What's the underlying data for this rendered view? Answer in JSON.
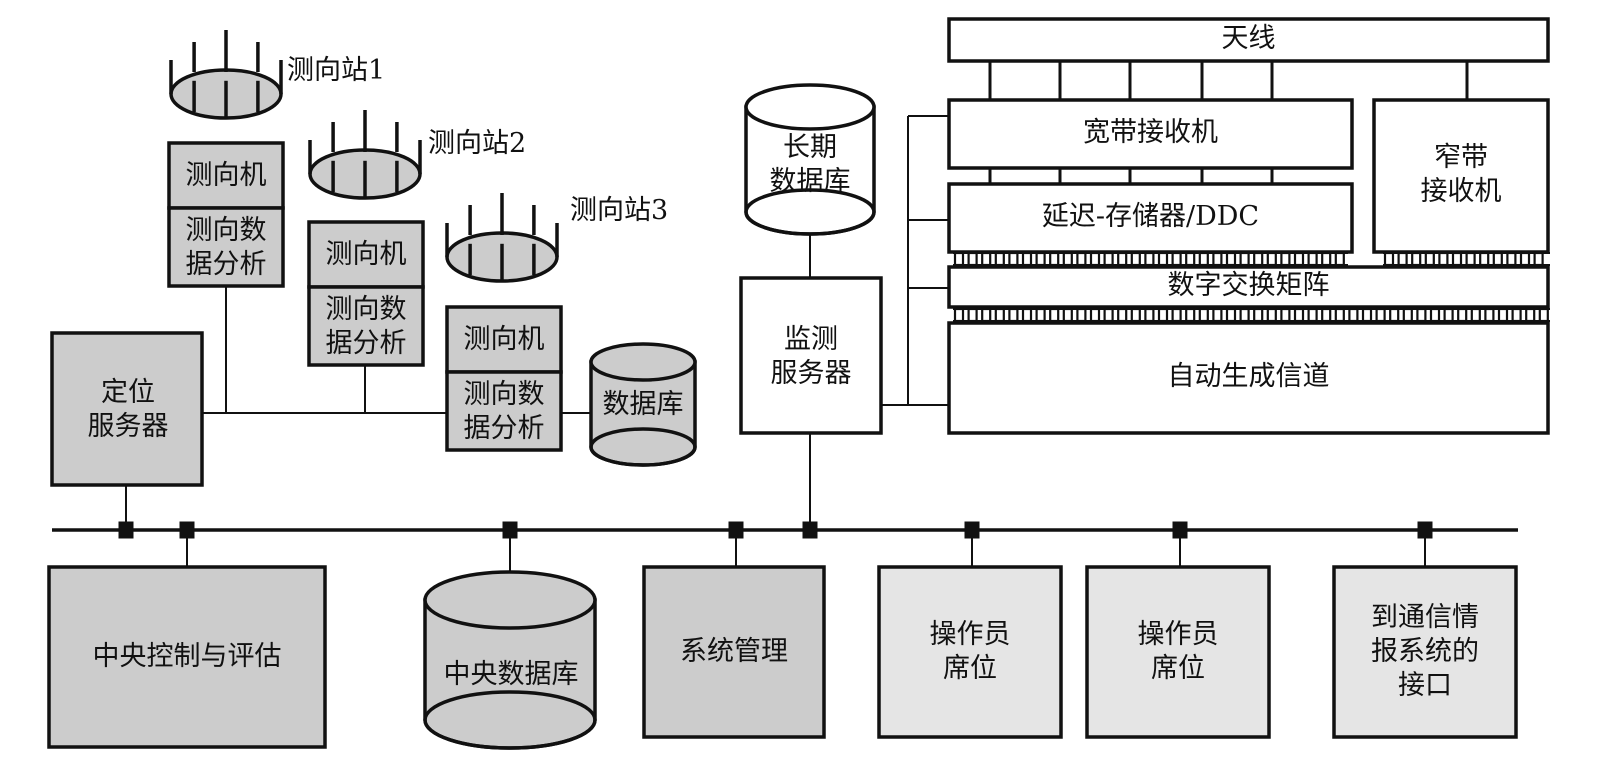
{
  "colors": {
    "dark_fill": "#cccccc",
    "light_fill": "#e5e5e5",
    "white_fill": "#ffffff",
    "stroke": "#111111"
  },
  "df_stations": [
    {
      "label": "测向站1",
      "receiver": "测向机",
      "analysis": "测向数\n据分析"
    },
    {
      "label": "测向站2",
      "receiver": "测向机",
      "analysis": "测向数\n据分析"
    },
    {
      "label": "测向站3",
      "receiver": "测向机",
      "analysis": "测向数\n据分析"
    }
  ],
  "station_database": "数据库",
  "location_server": "定位\n服务器",
  "long_term_database": "长期\n数据库",
  "monitoring_server": "监测\n服务器",
  "receiver_rack": {
    "antenna": "天线",
    "wideband_receiver": "宽带接收机",
    "delay_memory_ddc": "延迟-存储器/DDC",
    "narrowband_receiver": "窄带\n接收机",
    "digital_switch_matrix": "数字交换矩阵",
    "auto_channel_generation": "自动生成信道"
  },
  "bus_nodes": [
    {
      "id": "central-control",
      "label": "中央控制与评估"
    },
    {
      "id": "central-database",
      "label": "中央数据库"
    },
    {
      "id": "system-management",
      "label": "系统管理"
    },
    {
      "id": "operator-position-1",
      "label": "操作员\n席位"
    },
    {
      "id": "operator-position-2",
      "label": "操作员\n席位"
    },
    {
      "id": "intel-interface",
      "label": "到通信情\n报系统的\n接口"
    }
  ]
}
